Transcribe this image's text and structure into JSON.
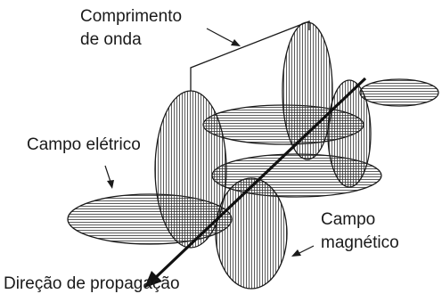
{
  "labels": {
    "wavelength_line1": "Comprimento",
    "wavelength_line2": "de onda",
    "electric_field": "Campo elétrico",
    "magnetic_field_line1": "Campo",
    "magnetic_field_line2": "magnético",
    "propagation_direction": "Direção de propagação"
  },
  "colors": {
    "ink": "#1a1a1a",
    "hatch": "#333333",
    "background": "#ffffff"
  }
}
